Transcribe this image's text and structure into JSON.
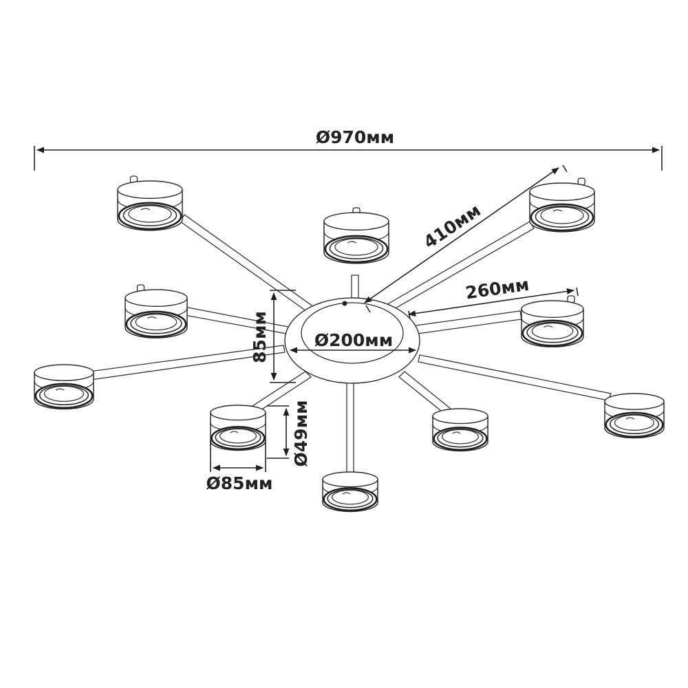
{
  "colors": {
    "line": "#1f1f1f",
    "background": "#ffffff"
  },
  "dimensions": {
    "overall_diameter": "Ø970мм",
    "arm_long": "410мм",
    "arm_short": "260мм",
    "base_diameter": "Ø200мм",
    "base_height": "85мм",
    "shade_height": "Ø49мм",
    "shade_diameter": "Ø85мм"
  },
  "fixture": {
    "shade_count": 10
  }
}
